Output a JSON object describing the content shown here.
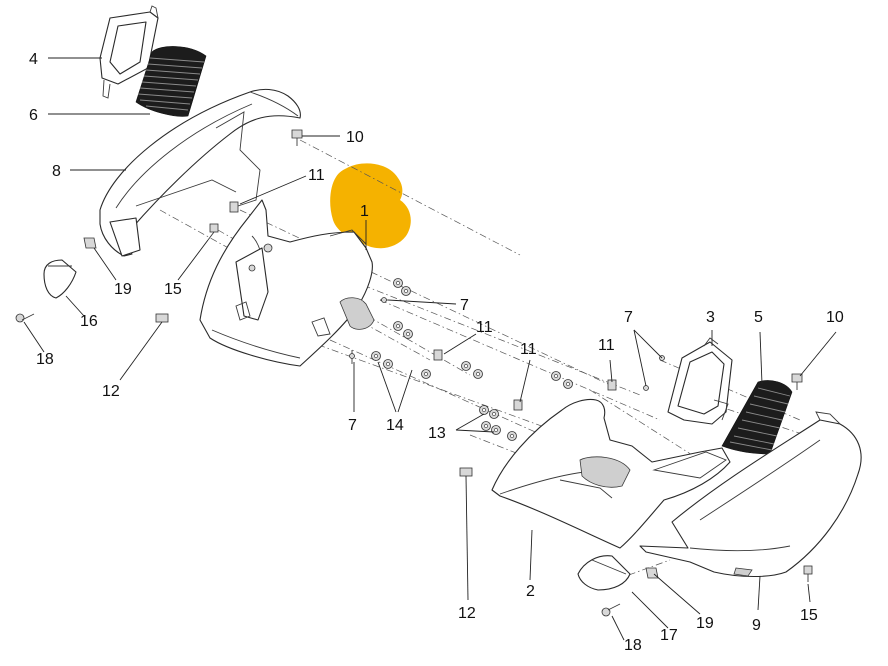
{
  "callouts": {
    "c1": "1",
    "c2": "2",
    "c3": "3",
    "c4": "4",
    "c5": "5",
    "c6": "6",
    "c7": "7",
    "c8": "8",
    "c9": "9",
    "c10": "10",
    "c11": "11",
    "c12": "12",
    "c13": "13",
    "c14": "14",
    "c15": "15",
    "c16": "16",
    "c17": "17",
    "c18": "18",
    "c19": "19"
  },
  "colors": {
    "highlight": "#F5B200",
    "line": "#2A2A2A",
    "grille": "#1C1C1C"
  }
}
